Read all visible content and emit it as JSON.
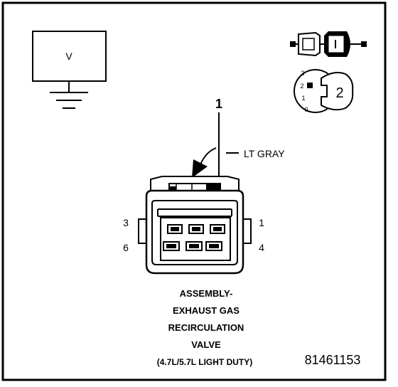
{
  "voltmeter": {
    "symbol": "V"
  },
  "wire": {
    "pin_number": "1",
    "color": "LT GRAY"
  },
  "connector": {
    "pin_labels": {
      "top_left": "3",
      "bottom_left": "6",
      "top_right": "1",
      "bottom_right": "4"
    }
  },
  "cavity_icon": {
    "scale": [
      "3",
      "2",
      "1",
      "0"
    ],
    "step": "2"
  },
  "caption": {
    "lines": [
      "ASSEMBLY-",
      "EXHAUST GAS",
      "RECIRCULATION",
      "VALVE",
      "(4.7L/5.7L LIGHT DUTY)"
    ]
  },
  "figure_number": "81461153"
}
